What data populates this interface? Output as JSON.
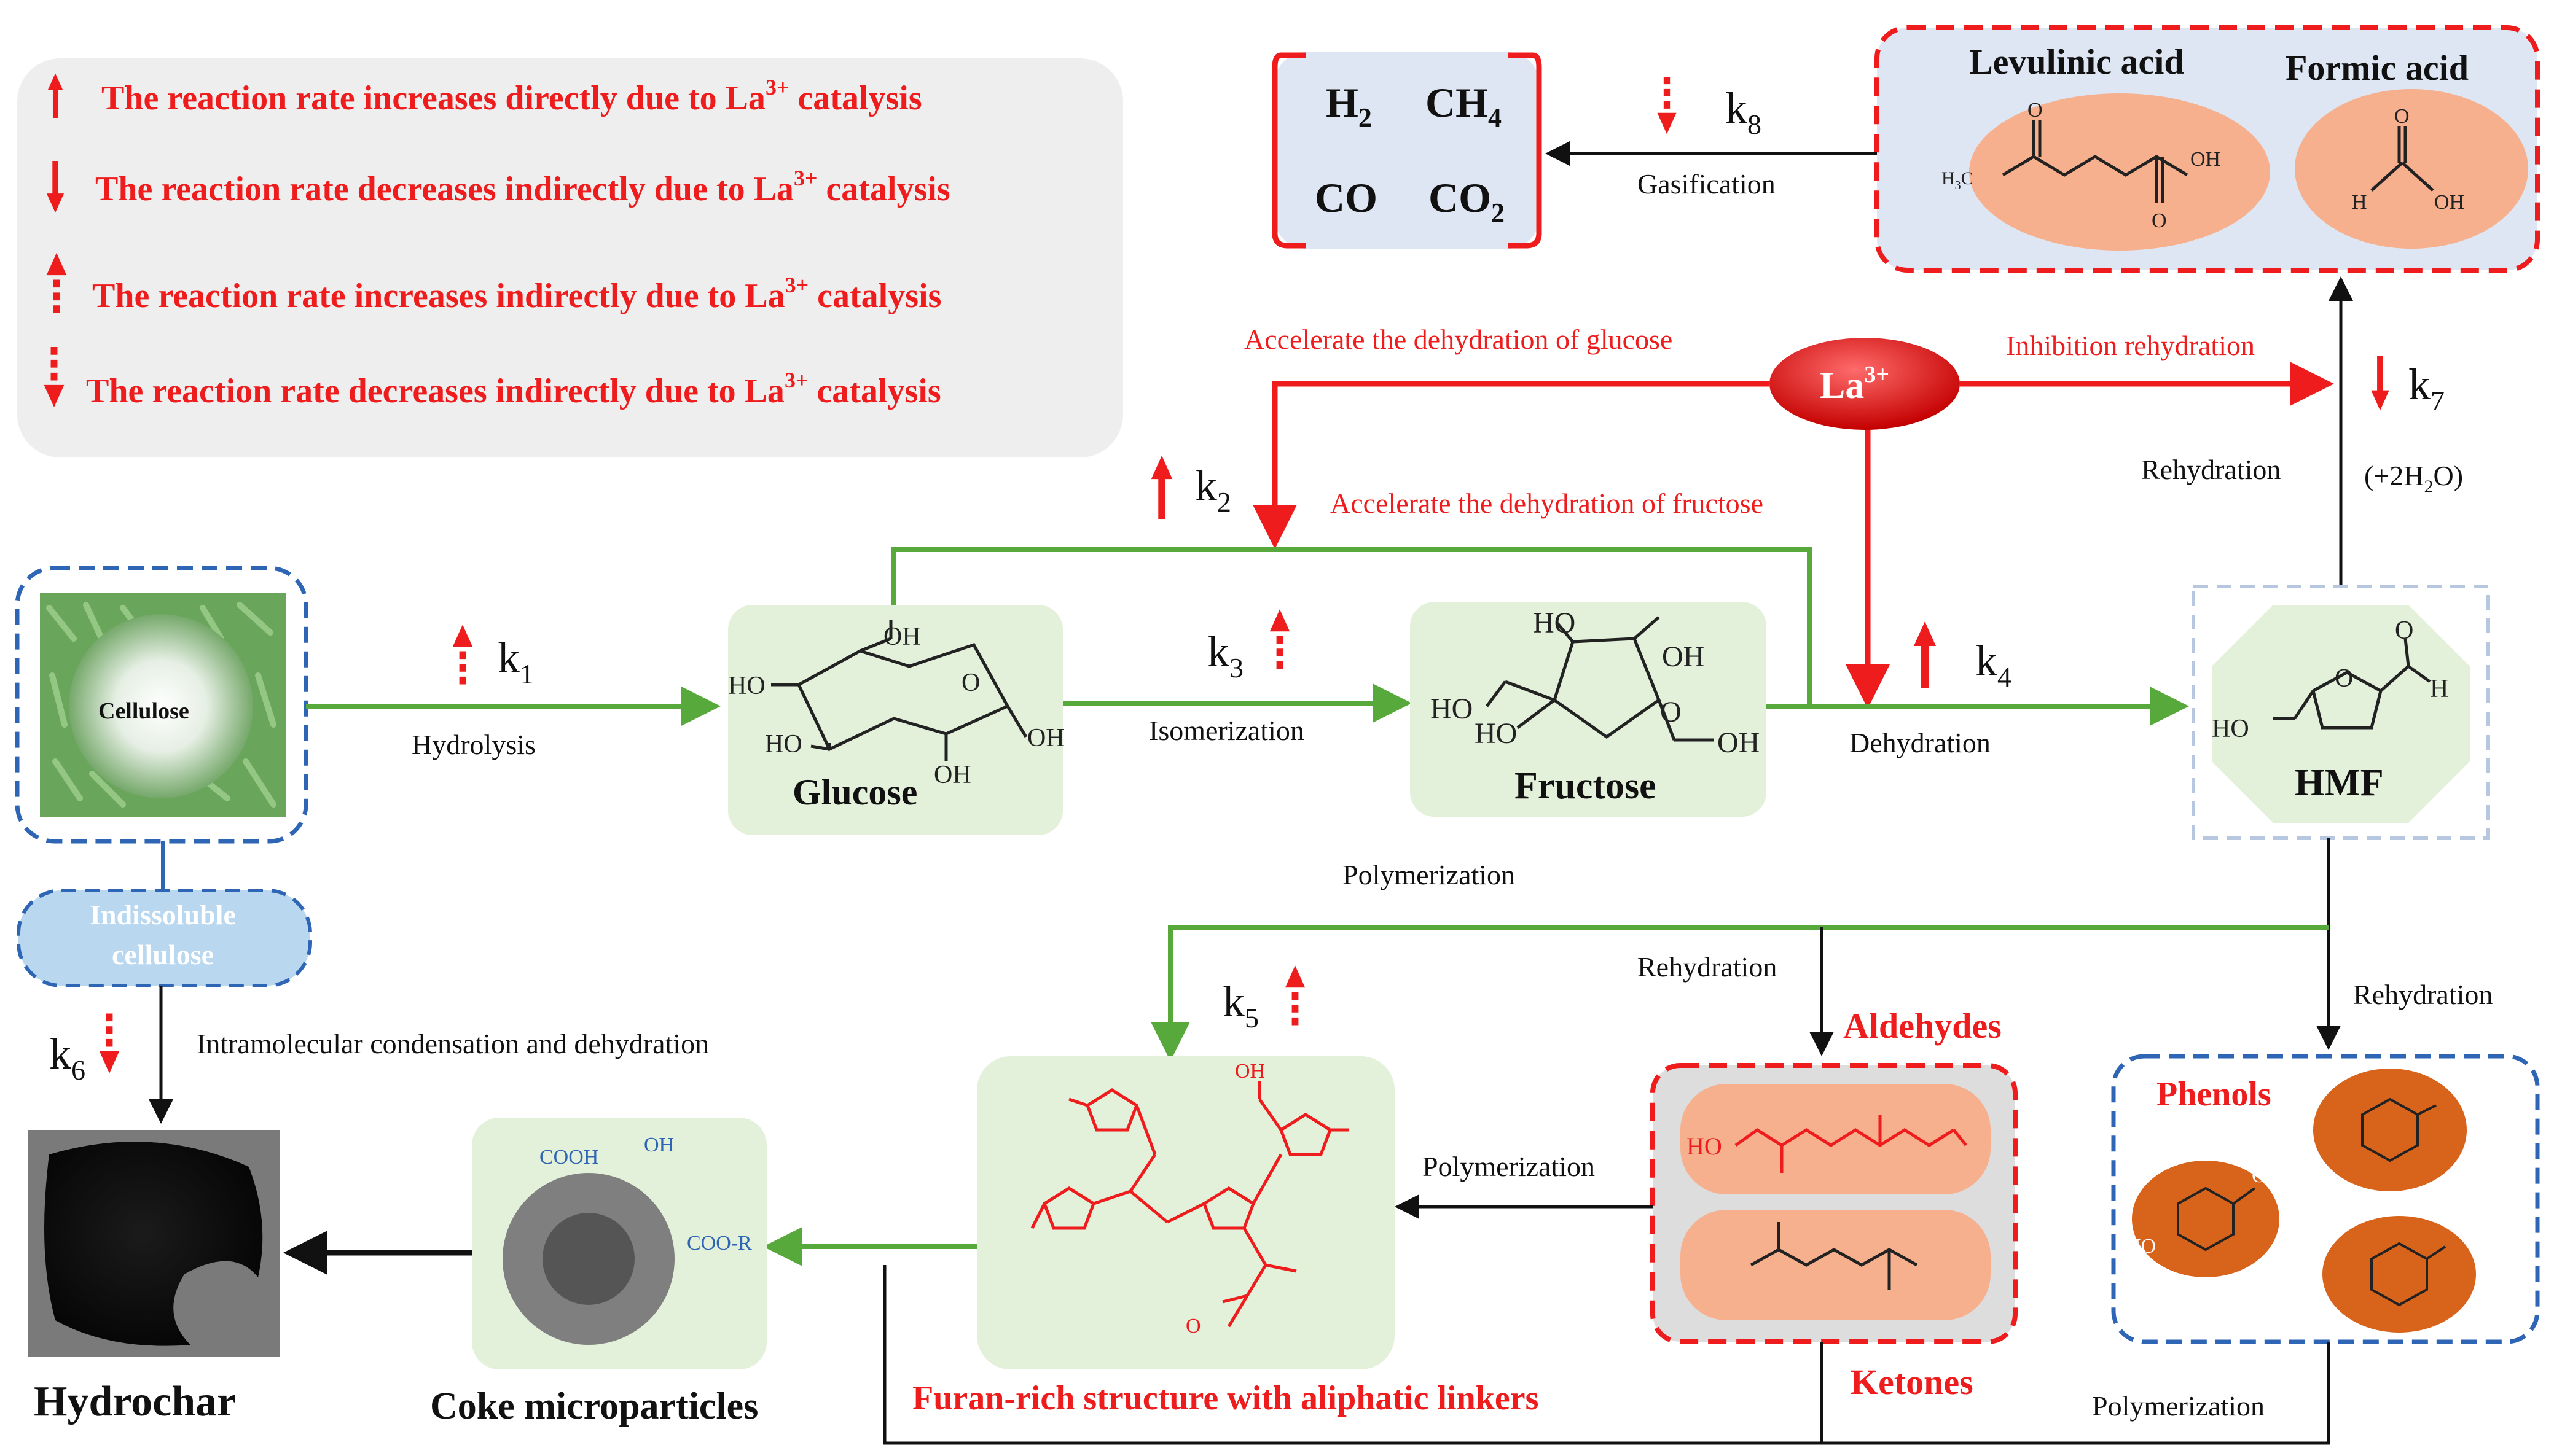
{
  "legend": {
    "items": [
      {
        "text": "The reaction rate increases directly due to La",
        "sup": "3+",
        "tail": " catalysis",
        "icon": "solid-up-arrow-icon"
      },
      {
        "text": "The reaction rate decreases indirectly due to La",
        "sup": "3+",
        "tail": "  catalysis",
        "icon": "solid-down-arrow-icon"
      },
      {
        "text": "The reaction rate increases indirectly due to La",
        "sup": "3+",
        "tail": "  catalysis",
        "icon": "dashed-up-arrow-icon"
      },
      {
        "text": "The reaction rate decreases indirectly due to La",
        "sup": "3+",
        "tail": "  catalysis",
        "icon": "dashed-down-arrow-icon"
      }
    ]
  },
  "nodes": {
    "cellulose": "Cellulose",
    "indissoluble": [
      "Indissoluble",
      "cellulose"
    ],
    "glucose": "Glucose",
    "fructose": "Fructose",
    "hmf": "HMF",
    "levulinic": "Levulinic acid",
    "formic": "Formic acid",
    "gases": {
      "h2": "H",
      "h2_sub": "2",
      "ch4": "CH",
      "ch4_sub": "4",
      "co": "CO",
      "co2": "CO",
      "co2_sub": "2"
    },
    "la": {
      "main": "La",
      "sup": "3+"
    },
    "aldehydes": "Aldehydes",
    "ketones": "Ketones",
    "phenols": "Phenols",
    "furan": "Furan-rich structure with aliphatic linkers",
    "coke": "Coke microparticles",
    "hydrochar": "Hydrochar"
  },
  "processes": {
    "hydrolysis": "Hydrolysis",
    "isomerization": "Isomerization",
    "dehydration": "Dehydration",
    "rehydration_hmf": "Rehydration",
    "plus_water": "(+2H",
    "plus_water_sub": "2",
    "plus_water_tail": "O)",
    "gasification": "Gasification",
    "polymerization_top": "Polymerization",
    "rehydration_mid": "Rehydration",
    "rehydration_right": "Rehydration",
    "polymerization_mid": "Polymerization",
    "polymerization_bottom": "Polymerization",
    "intramolecular": "Intramolecular   condensation   and  dehydration",
    "accel_glucose": "Accelerate  the dehydration  of glucose",
    "accel_fructose": "Accelerate  the dehydration  of fructose",
    "inhibition": "Inhibition  rehydration"
  },
  "rates": {
    "k1": {
      "k": "k",
      "n": "1"
    },
    "k2": {
      "k": "k",
      "n": "2"
    },
    "k3": {
      "k": "k",
      "n": "3"
    },
    "k4": {
      "k": "k",
      "n": "4"
    },
    "k5": {
      "k": "k",
      "n": "5"
    },
    "k6": {
      "k": "k",
      "n": "6"
    },
    "k7": {
      "k": "k",
      "n": "7"
    },
    "k8": {
      "k": "k",
      "n": "8"
    }
  },
  "chem_labels": {
    "glu_oh_top": "OH",
    "glu_ho_left": "HO",
    "glu_o": "O",
    "glu_ho_bottom": "HO",
    "glu_oh_right": "OH",
    "glu_oh_bottom": "OH",
    "fru_ho_top": "HO",
    "fru_oh_right": "OH",
    "fru_ho1": "HO",
    "fru_ho2": "HO",
    "fru_o": "O",
    "fru_oh_bottom": "OH",
    "hmf_ho": "HO",
    "hmf_o_ring": "O",
    "hmf_o_top": "O",
    "hmf_h": "H",
    "lev_o_top": "O",
    "lev_h3c": "H",
    "lev_h3c_sub": "3",
    "lev_h3c_tail": "C",
    "lev_oh": "OH",
    "lev_o_bottom": "O",
    "for_o": "O",
    "for_h": "H",
    "for_oh": "OH",
    "ald_ho": "HO",
    "coke_cooh": "COOH",
    "coke_oh": "OH",
    "coke_coor": "COO-R",
    "phen_oh": "OH",
    "phen_ho": "HO",
    "fur_oh": "OH",
    "fur_o": "O"
  },
  "colors": {
    "red": "#ee1c1c",
    "green": "#57a93b",
    "black": "#111111",
    "legend_bg": "#eeeeee",
    "node_bg": "#e3f0da",
    "gas_bg": "#dde6f2",
    "orange": "#f6b08e",
    "dark_orange": "#d8631b",
    "blue_dash": "#2e66b5"
  }
}
